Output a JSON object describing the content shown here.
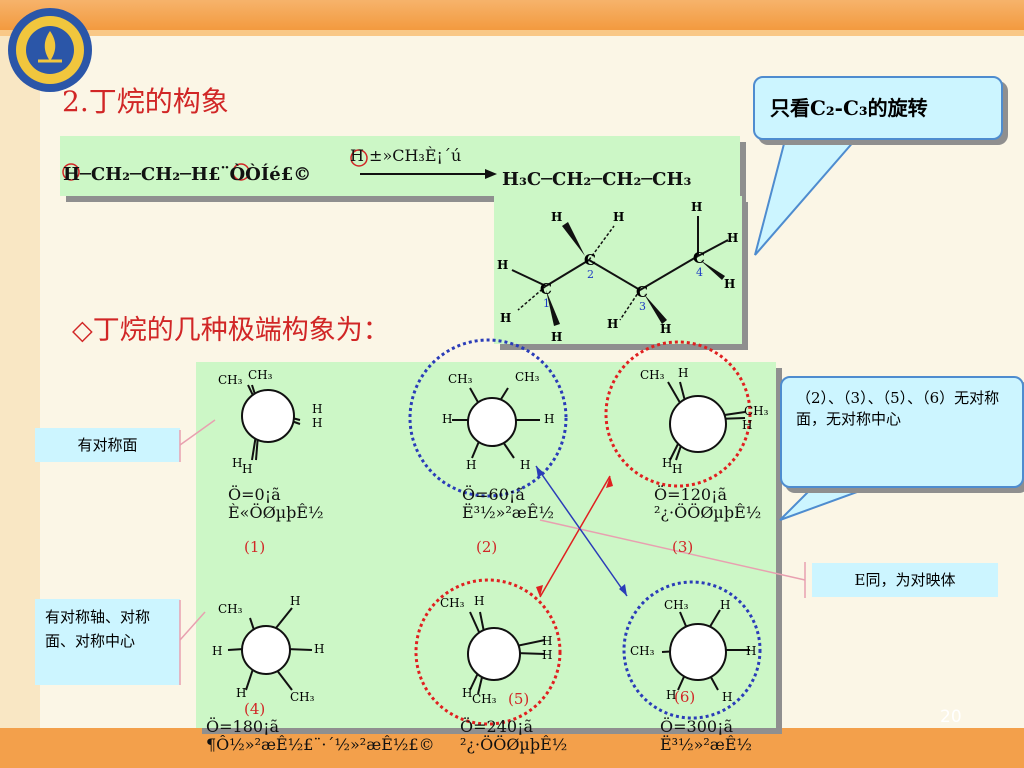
{
  "slide": {
    "title": "2.丁烷的构象",
    "subtitle": "◇丁烷的几种极端构象为：",
    "page_number": "20"
  },
  "reaction": {
    "left": "H─CH₂─CH₂─H£¨ÒÒÍé£©",
    "arrow_label": "H ±»CH₃È¡´ú",
    "right": "H₃C─CH₂─CH₂─CH₃"
  },
  "structure": {
    "carbons": [
      "C",
      "C",
      "C",
      "C"
    ],
    "numbers": [
      "1",
      "2",
      "3",
      "4"
    ],
    "h": "H"
  },
  "callouts": {
    "rotation": "只看C₂-C₃的旋转",
    "no_symmetry": "（2）、（3）、（5）、（6）无对称面，无对称中心",
    "enantiomer": "E同，为对映体"
  },
  "labels": {
    "symmetry_plane": "有对称面",
    "symmetry_axis": "有对称轴、对称面、对称中心"
  },
  "conformers": [
    {
      "num": "(1)",
      "angle": "Ö=0¡ã",
      "desc": "È«ÖØµþÊ½"
    },
    {
      "num": "(2)",
      "angle": "Ö=60¡ã",
      "desc": "Ë³½»²æÊ½"
    },
    {
      "num": "(3)",
      "angle": "Ö=120¡ã",
      "desc": "²¿·ÖÖØµþÊ½"
    },
    {
      "num": "(4)",
      "angle": "Ö=180¡ã",
      "desc": "¶Ô½»²æÊ½£¨·´½»²æÊ½£©"
    },
    {
      "num": "(5)",
      "angle": "Ö=240¡ã",
      "desc": "²¿·ÖÖØµþÊ½"
    },
    {
      "num": "(6)",
      "angle": "Ö=300¡ã",
      "desc": "Ë³½»²æÊ½"
    }
  ],
  "newman": {
    "h": "H",
    "ch3": "CH₃"
  },
  "colors": {
    "title_red": "#d12626",
    "panel_green": "#ccf7c6",
    "callout_blue": "#ccf5ff",
    "circle_red": "#e02020",
    "circle_blue": "#2a3cb8"
  }
}
